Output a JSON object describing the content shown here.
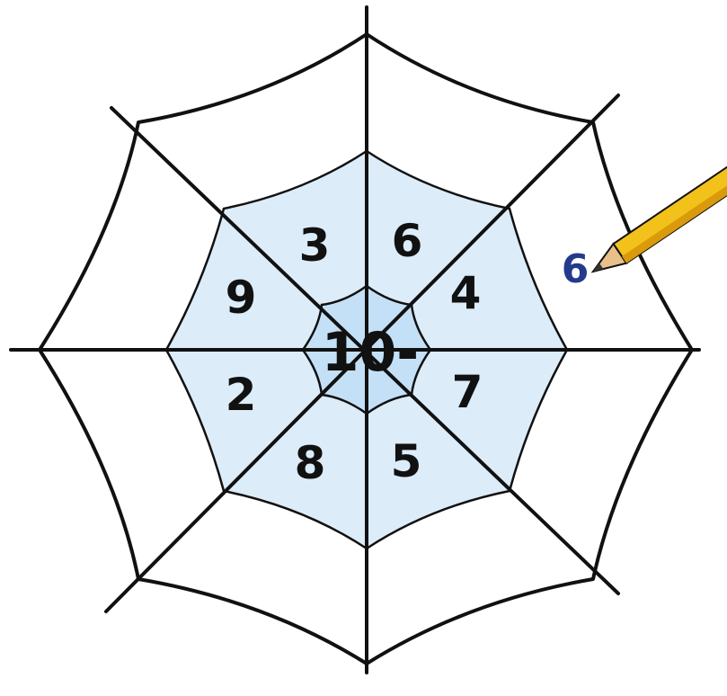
{
  "worksheet": {
    "center_operation": "10-",
    "segment_numbers": [
      "3",
      "6",
      "4",
      "7",
      "5",
      "8",
      "2",
      "9"
    ],
    "written_answer": "6"
  },
  "colors": {
    "web_line": "#111111",
    "inner_ring_fill": "#dcecf9",
    "center_fill": "#c4e0f7",
    "answer_ink": "#243a8c",
    "pencil_body": "#f2c21b",
    "pencil_shade": "#d99a0b",
    "pencil_wood": "#e9c08a",
    "pencil_lead": "#333333"
  },
  "icons": {
    "pencil": "pencil-icon"
  }
}
